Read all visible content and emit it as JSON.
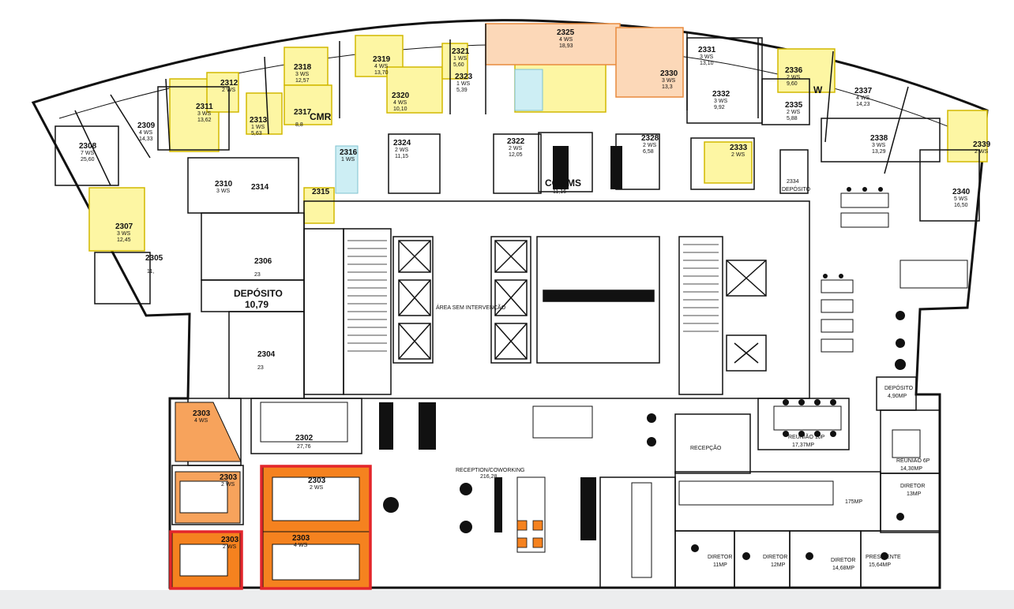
{
  "colors": {
    "highlight": "#f5821f",
    "yellow": "#fdf6a3",
    "yellow_border": "#d2b800",
    "red_outline": "#e3262b",
    "orange_light": "#f7a35c",
    "blue_pale": "#cdeef4"
  },
  "rooms": {
    "r2325": {
      "num": "2325",
      "ws": "4 WS",
      "area": "18,93"
    },
    "r2321": {
      "num": "2321",
      "ws": "1 WS",
      "area": "5,60"
    },
    "r2323": {
      "num": "2323",
      "ws": "1 WS",
      "area": "5,39"
    },
    "r2319": {
      "num": "2319",
      "ws": "4 WS",
      "area": "13,70"
    },
    "r2318": {
      "num": "2318",
      "ws": "3 WS",
      "area": "12,57"
    },
    "r2312": {
      "num": "2312",
      "ws": "2 WS",
      "area": ""
    },
    "r2311": {
      "num": "2311",
      "ws": "3 WS",
      "area": "13,62"
    },
    "r2313": {
      "num": "2313",
      "ws": "1 WS",
      "area": "5,63"
    },
    "r2317": {
      "num": "2317",
      "ws": "",
      "area": "8,8"
    },
    "r2320": {
      "num": "2320",
      "ws": "4 WS",
      "area": "10,10"
    },
    "r2330": {
      "num": "2330",
      "ws": "3 WS",
      "area": "13,3"
    },
    "r2331": {
      "num": "2331",
      "ws": "3 WS",
      "area": "13,10"
    },
    "r2336": {
      "num": "2336",
      "ws": "2 WS",
      "area": "9,60"
    },
    "r2337": {
      "num": "2337",
      "ws": "4 WS",
      "area": "14,23"
    },
    "r2332": {
      "num": "2332",
      "ws": "3 WS",
      "area": "9,92"
    },
    "r2335": {
      "num": "2335",
      "ws": "2 WS",
      "area": "5,88"
    },
    "r2338": {
      "num": "2338",
      "ws": "3 WS",
      "area": "13,29"
    },
    "r2339": {
      "num": "2339",
      "ws": "2 WS",
      "area": ""
    },
    "r2340": {
      "num": "2340",
      "ws": "5 WS",
      "area": "16,50"
    },
    "r2309": {
      "num": "2309",
      "ws": "4 WS",
      "area": "14,33"
    },
    "r2308": {
      "num": "2308",
      "ws": "7 WS",
      "area": "25,60"
    },
    "r2310": {
      "num": "2310",
      "ws": "3 WS",
      "area": ""
    },
    "r2314": {
      "num": "2314",
      "ws": "",
      "area": ""
    },
    "r2316": {
      "num": "2316",
      "ws": "1 WS",
      "area": ""
    },
    "r2315": {
      "num": "2315",
      "ws": "",
      "area": ""
    },
    "r2307": {
      "num": "2307",
      "ws": "3 WS",
      "area": "12,45"
    },
    "r2305": {
      "num": "2305",
      "ws": "",
      "area": "11,"
    },
    "r2306": {
      "num": "2306",
      "ws": "",
      "area": "23"
    },
    "r2304": {
      "num": "2304",
      "ws": "",
      "area": "23"
    },
    "r2322": {
      "num": "2322",
      "ws": "2 WS",
      "area": "12,05"
    },
    "r2324": {
      "num": "2324",
      "ws": "2 WS",
      "area": "11,15"
    },
    "r2328": {
      "num": "2328",
      "ws": "2 WS",
      "area": "6,58"
    },
    "r2333": {
      "num": "2333",
      "ws": "2 WS",
      "area": ""
    },
    "r2334": {
      "num": "2334",
      "ws": "",
      "area": ""
    },
    "r2302": {
      "num": "2302",
      "ws": "",
      "area": "27,76"
    },
    "r2303a": {
      "num": "2303",
      "ws": "4 WS",
      "area": ""
    },
    "r2303b": {
      "num": "2303",
      "ws": "2 WS",
      "area": ""
    },
    "r2303c": {
      "num": "2303",
      "ws": "2 WS",
      "area": ""
    },
    "r2303d": {
      "num": "2303",
      "ws": "2 WS",
      "area": ""
    },
    "r2303e": {
      "num": "2303",
      "ws": "4 WS",
      "area": ""
    }
  },
  "labels": {
    "cmr": "CMR",
    "w": "W",
    "comms": "COMMS",
    "comms_area": "11,16",
    "deposito_1": "DEPÓSITO",
    "deposito_1_area": "10,79",
    "deposito_2": "DEPÓSITO",
    "deposito_2_area": "4,90MP",
    "deposito_3": "DEPÓSITO",
    "area_sem": "ÁREA SEM INTERVENÇÃO",
    "reception": "RECEPTION/COWORKING",
    "reception_area": "216,28",
    "recepcao": "RECEPÇÃO",
    "reuniao10": "REUNIÃO 10P",
    "reuniao10_area": "17,37MP",
    "reuniao6": "REUNIÃO 6P",
    "reuniao6_area": "14,30MP",
    "open_area": "175MP",
    "diretor_right": "DIRETOR",
    "diretor_right_area": "13MP",
    "diretor1": "DIRETOR",
    "diretor1_area": "11MP",
    "diretor2": "DIRETOR",
    "diretor2_area": "12MP",
    "diretor3": "DIRETOR",
    "diretor3_area": "14,68MP",
    "presidente": "PRESIDENTE",
    "presidente_area": "15,64MP"
  }
}
